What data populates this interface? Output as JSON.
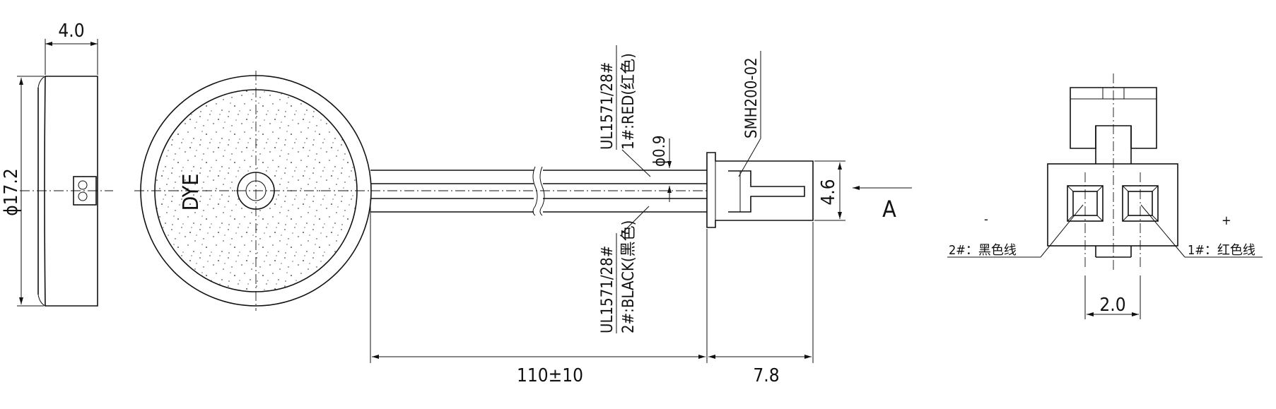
{
  "dimensions": {
    "thickness": "4.0",
    "diameter": "ϕ17.2",
    "wire_length": "110±10",
    "connector_length": "7.8",
    "connector_height": "4.6",
    "wire_dia": "ϕ0.9",
    "pin_pitch": "2.0"
  },
  "labels": {
    "wire_red_spec": "UL1571/28#",
    "wire_red_desc": "1#:RED(红色)",
    "wire_black_spec": "UL1571/28#",
    "wire_black_desc": "2#:BLACK(黑色)",
    "connector_model": "SMH200-02",
    "view_label": "A",
    "pin2_label": "2#：黑色线",
    "pin1_label": "1#：红色线",
    "minus_sign": "-",
    "plus_sign": "+",
    "logo_text": "DYE"
  },
  "colors": {
    "line": "#111111",
    "background": "#ffffff"
  }
}
